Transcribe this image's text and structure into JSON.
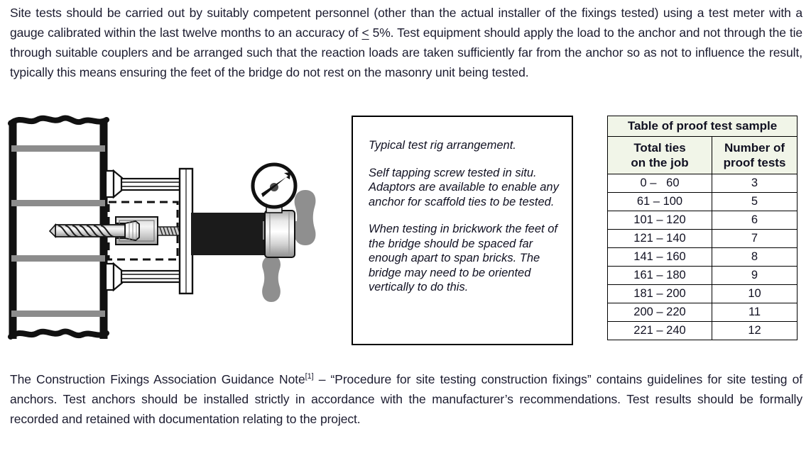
{
  "document": {
    "top_paragraph": "Site tests should be carried out by suitably competent personnel (other than the actual installer of the fixings tested) using a test meter with a gauge calibrated within the last twelve months to an accuracy of ",
    "top_paragraph_le": "<",
    "top_paragraph_cont": " 5%. Test equipment should apply the load to the anchor and not through the tie through suitable couplers and be arranged such that the reaction loads are taken sufficiently far from the anchor so as not to influence the result, typically this means ensuring the feet of the bridge do not rest on the masonry unit being tested.",
    "bottom_paragraph_a": "The Construction Fixings Association Guidance Note",
    "bottom_paragraph_sup": "[1]",
    "bottom_paragraph_b": " – “Procedure for site testing construction fixings” contains guidelines for site testing of anchors. Test anchors should be installed strictly in accordance with the manufacturer’s recommendations. Test results should be formally recorded and retained with documentation relating to the project."
  },
  "caption_box": {
    "paragraphs": [
      "Typical test rig arrangement.",
      "Self tapping screw tested in situ. Adaptors are available to enable any anchor for scaffold ties to be tested.",
      "When testing in brickwork the feet of the bridge should be spaced far enough apart to span bricks. The bridge may need to be oriented vertically to do this."
    ]
  },
  "table": {
    "title": "Table of proof test sample",
    "headers": [
      "Total ties\non the job",
      "Number of\nproof tests"
    ],
    "header_col1_line1": "Total ties",
    "header_col1_line2": "on the job",
    "header_col2_line1": "Number of",
    "header_col2_line2": "proof tests",
    "rows": [
      {
        "range": "0 –   60",
        "count": "3"
      },
      {
        "range": "61 – 100",
        "count": "5"
      },
      {
        "range": "101 – 120",
        "count": "6"
      },
      {
        "range": "121 – 140",
        "count": "7"
      },
      {
        "range": "141 – 160",
        "count": "8"
      },
      {
        "range": "161 – 180",
        "count": "9"
      },
      {
        "range": "181 – 200",
        "count": "10"
      },
      {
        "range": "200 – 220",
        "count": "11"
      },
      {
        "range": "221 – 240",
        "count": "12"
      }
    ]
  },
  "drawing": {
    "label": "Typical test rig arrangement diagram",
    "parts": [
      "masonry-wall",
      "mortar-joint",
      "self-tapping-screw",
      "bridge-feet",
      "bridge-frame",
      "coupler",
      "threaded-rod",
      "reaction-plate",
      "hydraulic-ram",
      "pressure-gauge",
      "gauge-needle",
      "t-handle"
    ],
    "colors": {
      "outline": "#000000",
      "mortar": "#8c8c8c",
      "metal_light": "#e8e8e8",
      "metal_mid": "#b4b4b4",
      "ram_body": "#1b1b1b",
      "handle": "#8f8f8f"
    }
  }
}
